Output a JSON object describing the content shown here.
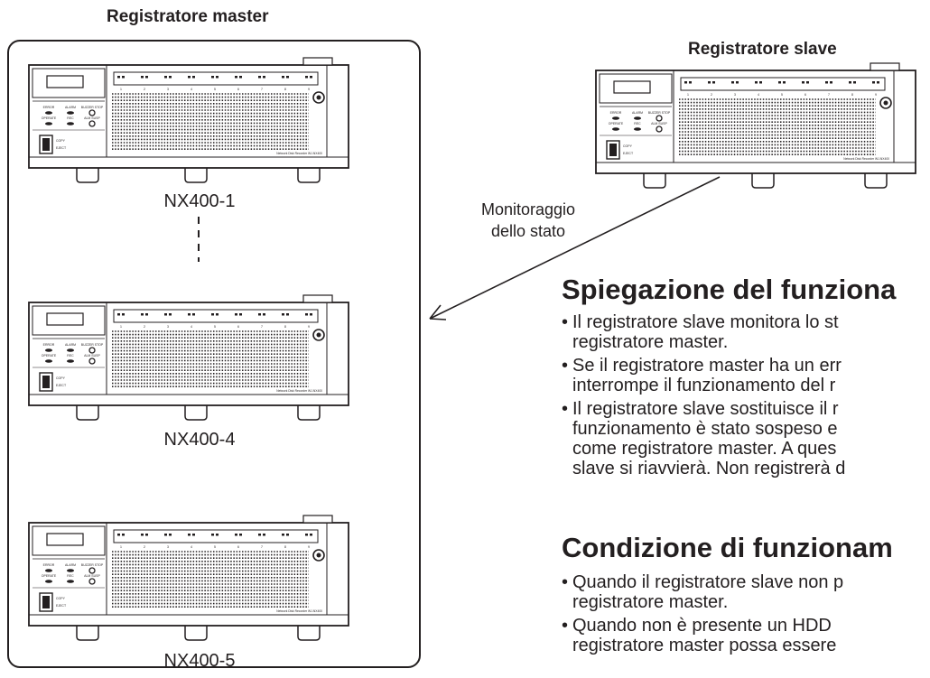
{
  "master_group": {
    "title": "Registratore master",
    "units": [
      {
        "label": "NX400-1"
      },
      {
        "label": "NX400-4"
      },
      {
        "label": "NX400-5"
      }
    ]
  },
  "slave_group": {
    "title": "Registratore slave"
  },
  "arrow": {
    "label_line1": "Monitoraggio",
    "label_line2": "dello stato"
  },
  "sections": [
    {
      "heading": "Spiegazione del funziona",
      "bullets": [
        "Il registratore slave monitora lo st\nregistratore master.",
        "Se il registratore master ha un err\ninterrompe il funzionamento del r",
        "Il registratore slave sostituisce il r\nfunzionamento è stato sospeso e\ncome registratore master. A ques\nslave si riavvierà. Non registrerà d"
      ]
    },
    {
      "heading": "Condizione di funzionam",
      "bullets": [
        "Quando il registratore slave non p\nregistratore master.",
        "Quando non è presente un HDD\nregistratore master possa essere"
      ]
    }
  ],
  "device_labels": {
    "status_row_1": [
      "ERROR",
      "ALARM",
      "BUZZER STOP"
    ],
    "status_row_2": [
      "OPERATE",
      "REC",
      "ALM SUSP"
    ],
    "copy_labels": [
      "COPY",
      "EJECT"
    ],
    "channel_numbers": [
      "1",
      "2",
      "3",
      "4",
      "5",
      "6",
      "7",
      "8",
      "9"
    ],
    "model_text": "Network Disk Recorder WJ-NX400"
  }
}
